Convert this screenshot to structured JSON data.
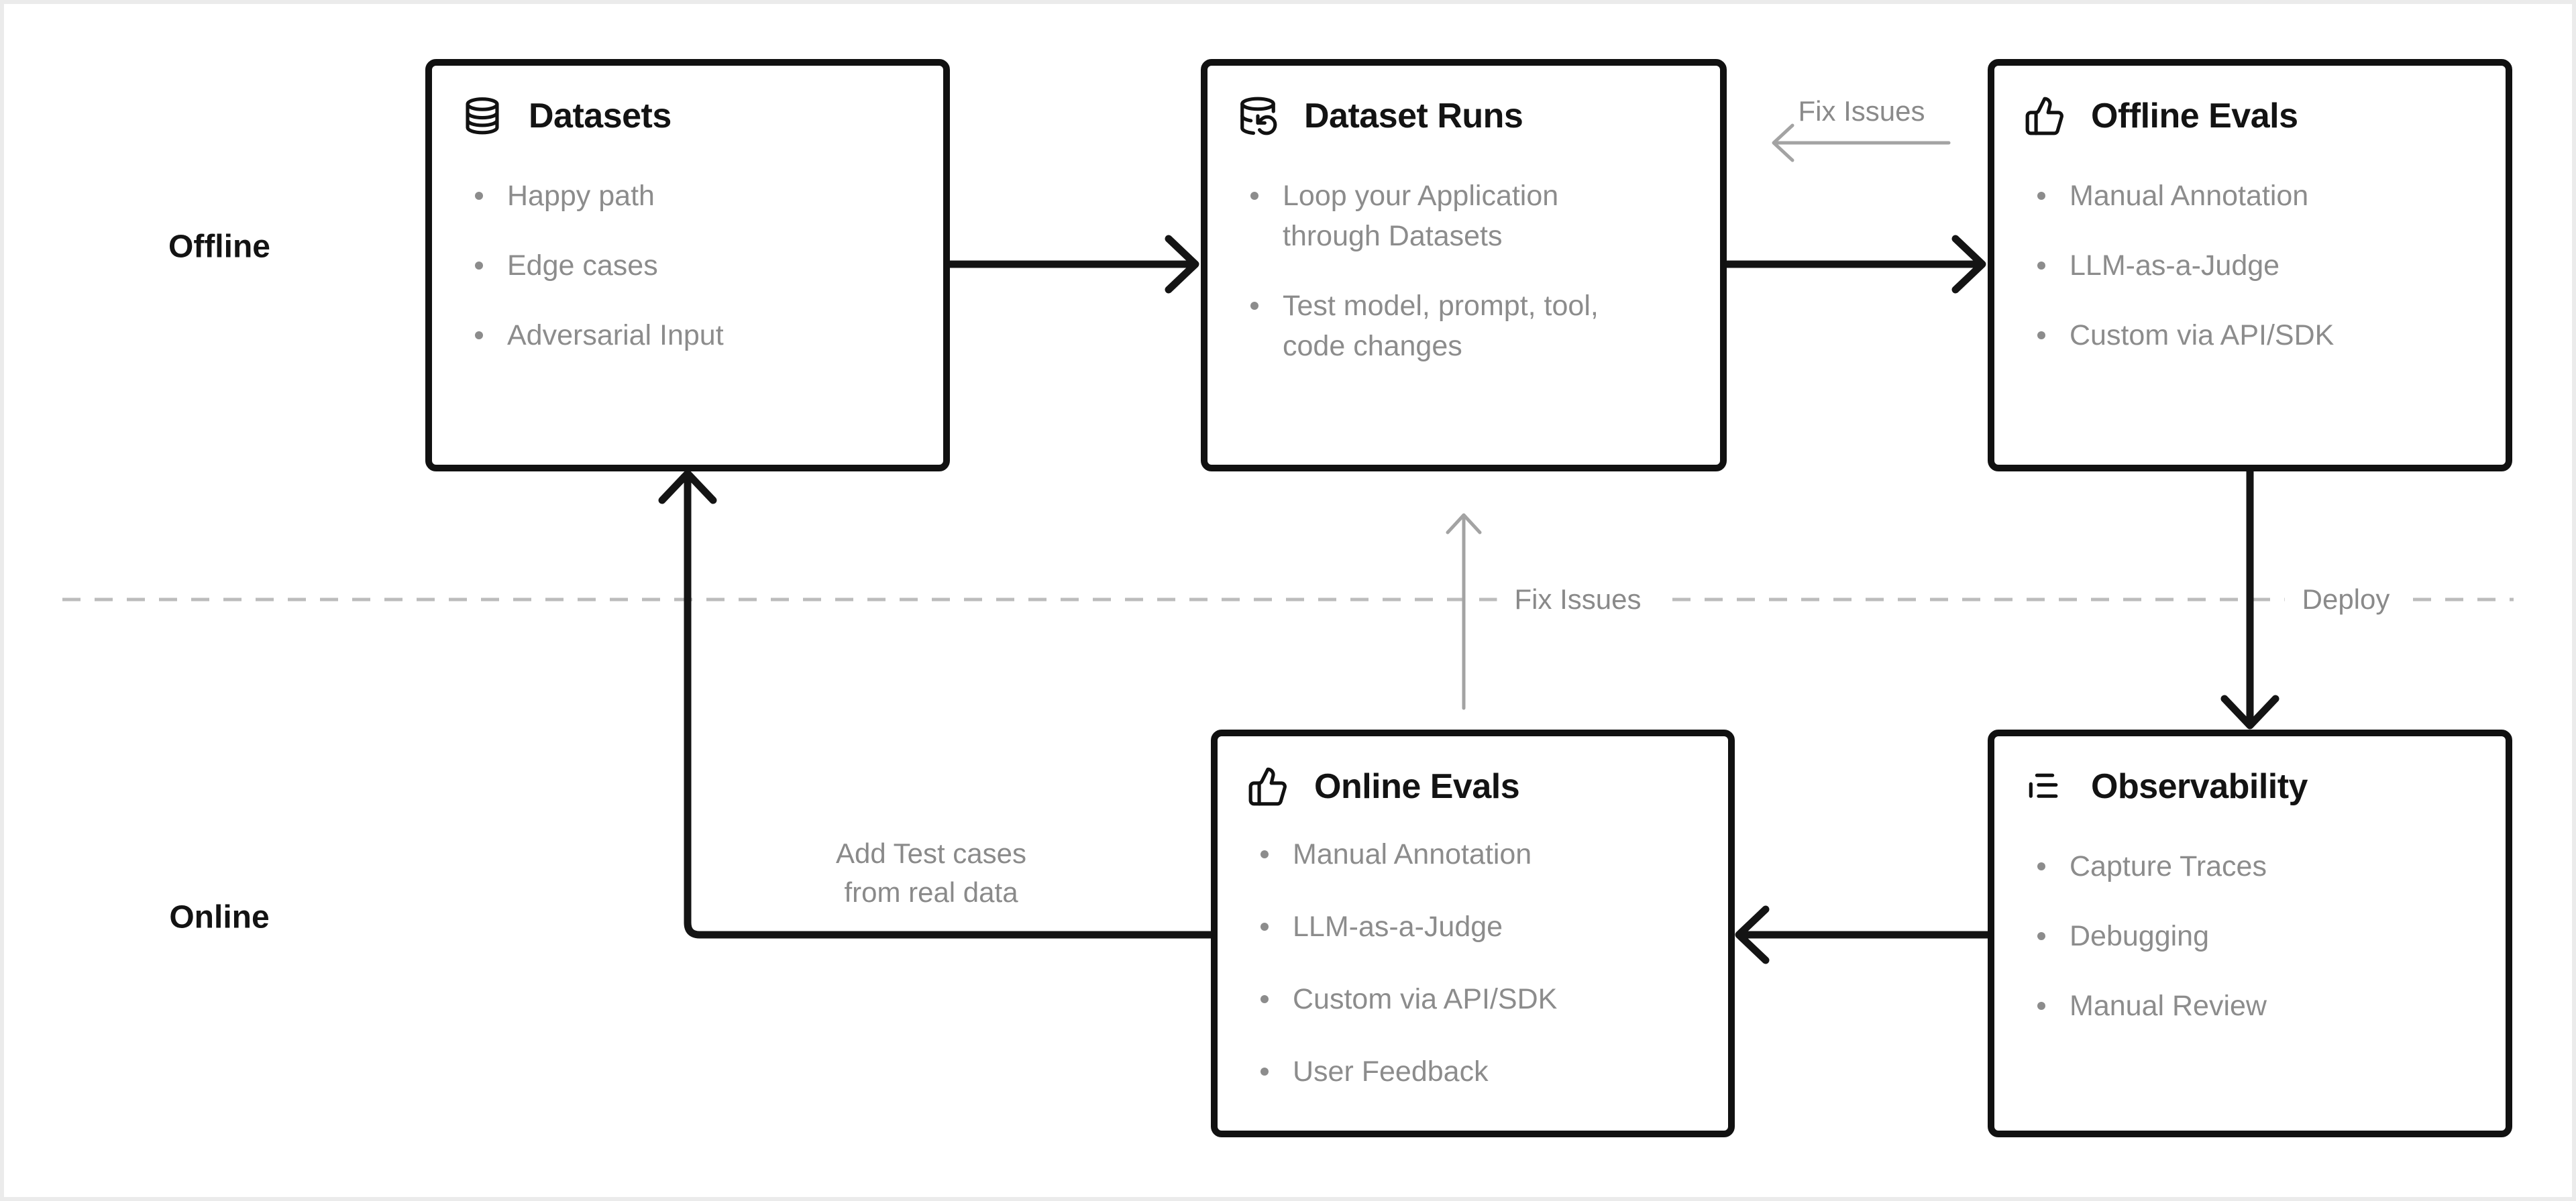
{
  "sections": {
    "offline_label": "Offline",
    "online_label": "Online"
  },
  "boxes": [
    {
      "id": "datasets",
      "icon": "database-icon",
      "title": "Datasets",
      "items": [
        "Happy path",
        "Edge cases",
        "Adversarial Input"
      ]
    },
    {
      "id": "dataset-runs",
      "icon": "database-refresh-icon",
      "title": "Dataset Runs",
      "items": [
        "Loop your Application through Datasets",
        "Test model, prompt, tool, code changes"
      ]
    },
    {
      "id": "offline-evals",
      "icon": "thumbs-up-icon",
      "title": "Offline Evals",
      "items": [
        "Manual Annotation",
        "LLM-as-a-Judge",
        "Custom via API/SDK"
      ]
    },
    {
      "id": "online-evals",
      "icon": "thumbs-up-icon",
      "title": "Online Evals",
      "items": [
        "Manual Annotation",
        "LLM-as-a-Judge",
        "Custom via API/SDK",
        "User Feedback"
      ]
    },
    {
      "id": "observability",
      "icon": "list-icon",
      "title": "Observability",
      "items": [
        "Capture Traces",
        "Debugging",
        "Manual Review"
      ]
    }
  ],
  "edge_labels": {
    "fix_issues_top": "Fix Issues",
    "fix_issues_middle": "Fix Issues",
    "deploy": "Deploy",
    "add_test_cases": "Add Test cases\nfrom real data"
  },
  "colors": {
    "background": "#ffffff",
    "frame_border": "#ebebeb",
    "box_border": "#111111",
    "title_text": "#131313",
    "body_text": "#8c8c8c",
    "edge_label_text": "#8a8a8a",
    "black_arrow": "#141414",
    "gray_arrow": "#a3a3a3",
    "dashed_line": "#bcbcbc"
  }
}
